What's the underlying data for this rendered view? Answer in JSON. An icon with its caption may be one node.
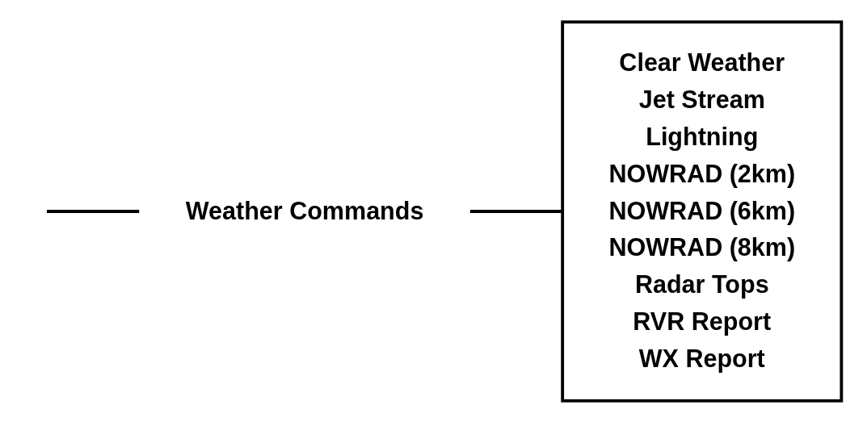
{
  "diagram": {
    "nodes": [
      {
        "text": [
          "Weather Commands"
        ]
      },
      {
        "text": [
          "Clear Weather",
          "Jet Stream",
          "Lightning",
          "NOWRAD (2km)",
          "NOWRAD (6km)",
          "NOWRAD (8km)",
          "Radar Tops",
          "RVR Report",
          "WX Report"
        ]
      }
    ],
    "edges": [
      {
        "from": null,
        "to": 0,
        "arrow": "none"
      },
      {
        "from": 0,
        "to": 1,
        "arrow": "none"
      }
    ]
  }
}
